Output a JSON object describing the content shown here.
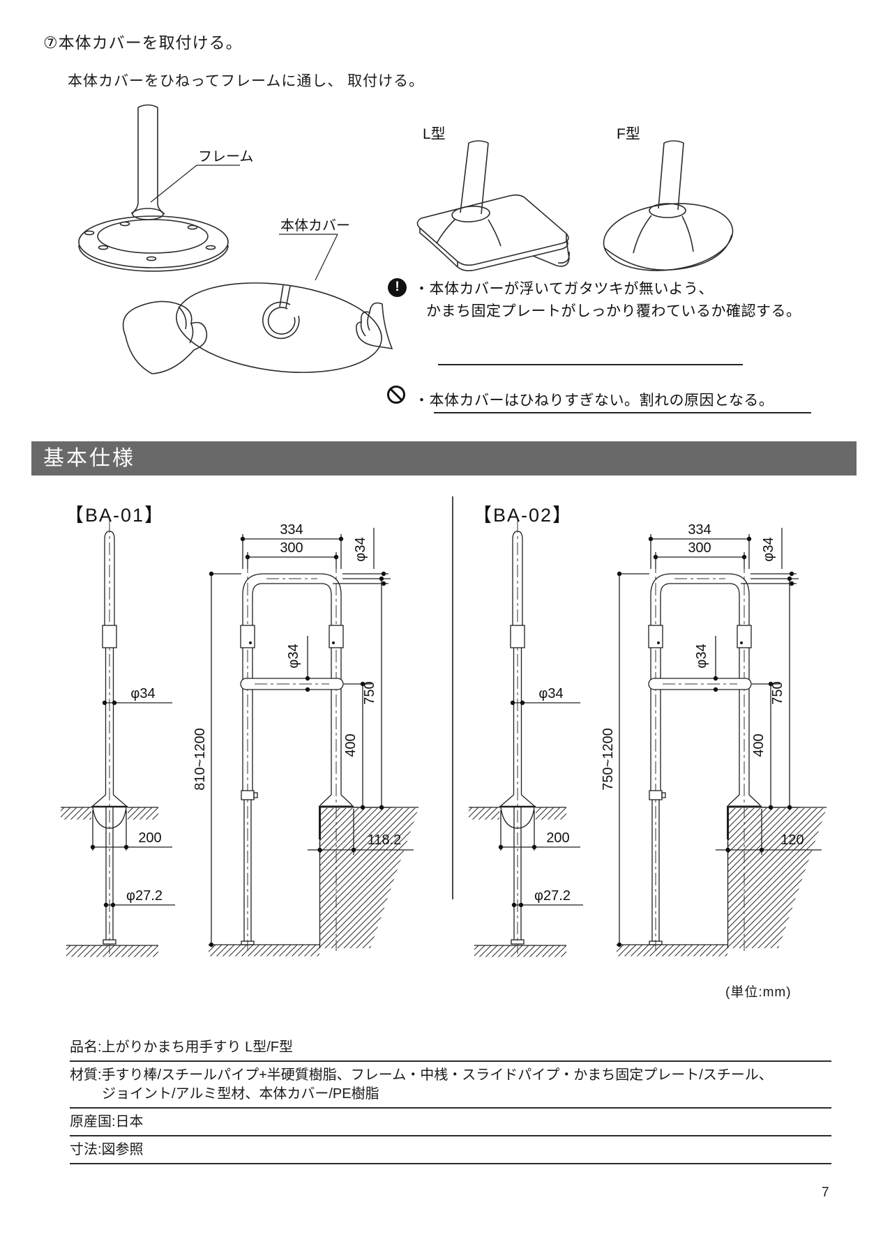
{
  "page": {
    "number": "7",
    "unit_note": "(単位:mm)"
  },
  "step": {
    "heading": "⑦本体カバーを取付ける。",
    "description": "本体カバーをひねってフレームに通し、 取付ける。",
    "labels": {
      "frame": "フレーム",
      "cover": "本体カバー"
    },
    "models": {
      "l_type": "L型",
      "f_type": "F型"
    }
  },
  "warnings": {
    "caution": {
      "line1": "・本体カバーが浮いてガタツキが無いよう、",
      "line2": "かまち固定プレートがしっかり覆わているか確認する。"
    },
    "prohibition": {
      "line1": "・本体カバーはひねりすぎない。割れの原因となる。"
    }
  },
  "section": {
    "title": "基本仕様"
  },
  "drawings": {
    "ba01": {
      "title": "【BA-01】",
      "dims": {
        "outer_width": "334",
        "inner_width": "300",
        "rail_dia": "φ34",
        "pole_dia": "φ34",
        "cross_dia": "φ34",
        "rail_height": "750",
        "cross_height": "400",
        "height_range": "810~1200",
        "base_width": "200",
        "plate_depth": "118.2",
        "bottom_dia": "φ27.2"
      }
    },
    "ba02": {
      "title": "【BA-02】",
      "dims": {
        "outer_width": "334",
        "inner_width": "300",
        "rail_dia": "φ34",
        "pole_dia": "φ34",
        "cross_dia": "φ34",
        "rail_height": "750",
        "cross_height": "400",
        "height_range": "750~1200",
        "base_width": "200",
        "plate_depth": "120",
        "bottom_dia": "φ27.2"
      }
    }
  },
  "spec_table": {
    "rows": [
      {
        "line1": "品名:上がりかまち用手すり L型/F型"
      },
      {
        "line1": "材質:手すり棒/スチールパイプ+半硬質樹脂、フレーム・中桟・スライドパイプ・かまち固定プレート/スチール、",
        "line2": "ジョイント/アルミ型材、本体カバー/PE樹脂"
      },
      {
        "line1": "原産国:日本"
      },
      {
        "line1": "寸法:図参照"
      }
    ]
  }
}
